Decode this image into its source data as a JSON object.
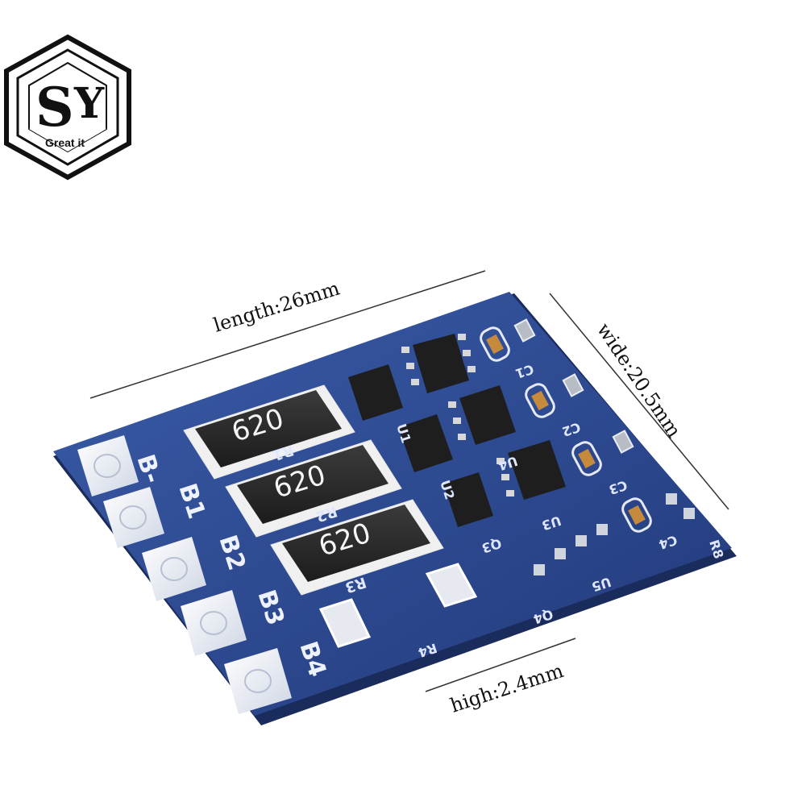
{
  "logo": {
    "letters_1": "S",
    "letters_2": "Y",
    "tagline": "Great it"
  },
  "dimensions": {
    "length": "length:26mm",
    "wide": "wide:20.5mm",
    "high": "high:2.4mm"
  },
  "board": {
    "color": "#2c4a8c",
    "pads": [
      "B-",
      "B1",
      "B2",
      "B3",
      "B4"
    ],
    "resistors": [
      {
        "value": "620",
        "ref": "R1"
      },
      {
        "value": "620",
        "ref": "R2"
      },
      {
        "value": "620",
        "ref": "R3"
      }
    ],
    "ic_refs": [
      "U1",
      "U2",
      "U3",
      "Q3",
      "Q4",
      "U4",
      "U5"
    ],
    "cap_refs": [
      "C1",
      "C2",
      "C3",
      "C4"
    ],
    "other_refs": [
      "R4",
      "R8"
    ]
  }
}
